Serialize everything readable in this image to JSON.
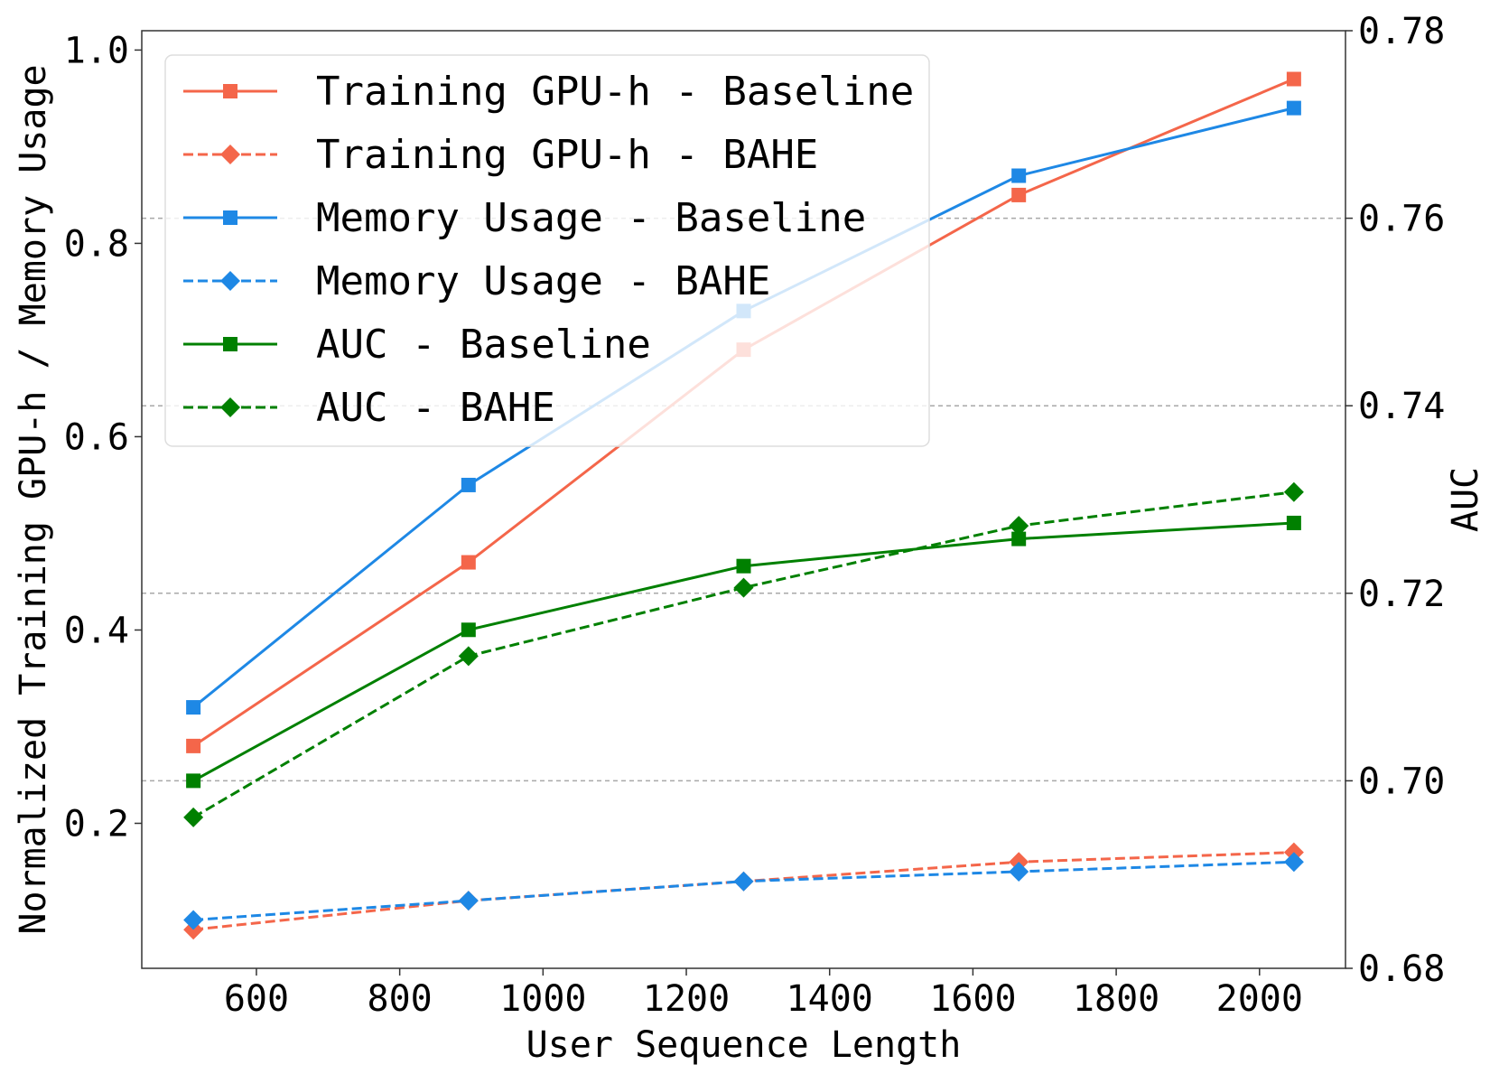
{
  "chart_data": {
    "type": "line",
    "xlabel": "User Sequence Length",
    "ylabel_left": "Normalized Training GPU-h / Memory Usage",
    "ylabel_right": "AUC",
    "x": [
      512,
      896,
      1280,
      1664,
      2048
    ],
    "xlim": [
      440,
      2120
    ],
    "xticks": [
      600,
      800,
      1000,
      1200,
      1400,
      1600,
      1800,
      2000
    ],
    "ylim_left": [
      0.05,
      1.02
    ],
    "yticks_left": [
      0.2,
      0.4,
      0.6,
      0.8,
      1.0
    ],
    "ytick_labels_left": [
      "0.2",
      "0.4",
      "0.6",
      "0.8",
      "1.0"
    ],
    "ylim_right": [
      0.68,
      0.78
    ],
    "yticks_right": [
      0.68,
      0.7,
      0.72,
      0.74,
      0.76,
      0.78
    ],
    "ytick_labels_right": [
      "0.68",
      "0.70",
      "0.72",
      "0.74",
      "0.76",
      "0.78"
    ],
    "grid": "horizontal dashed at right-axis ticks",
    "legend_position": "top-left",
    "series": [
      {
        "name": "Training GPU-h - Baseline",
        "axis": "left",
        "values": [
          0.28,
          0.47,
          0.69,
          0.85,
          0.97
        ],
        "color": "#f4664a",
        "dashed": false,
        "marker": "square"
      },
      {
        "name": "Training GPU-h - BAHE",
        "axis": "left",
        "values": [
          0.09,
          0.12,
          0.14,
          0.16,
          0.17
        ],
        "color": "#f4664a",
        "dashed": true,
        "marker": "diamond"
      },
      {
        "name": "Memory Usage - Baseline",
        "axis": "left",
        "values": [
          0.32,
          0.55,
          0.73,
          0.87,
          0.94
        ],
        "color": "#1e88e5",
        "dashed": false,
        "marker": "square"
      },
      {
        "name": "Memory Usage - BAHE",
        "axis": "left",
        "values": [
          0.1,
          0.12,
          0.14,
          0.15,
          0.16
        ],
        "color": "#1e88e5",
        "dashed": true,
        "marker": "diamond"
      },
      {
        "name": "AUC - Baseline",
        "axis": "right",
        "values": [
          0.7,
          0.7161,
          0.7229,
          0.7258,
          0.7275
        ],
        "color": "#008000",
        "dashed": false,
        "marker": "square"
      },
      {
        "name": "AUC - BAHE",
        "axis": "right",
        "values": [
          0.6961,
          0.7133,
          0.7206,
          0.7272,
          0.7308
        ],
        "color": "#008000",
        "dashed": true,
        "marker": "diamond"
      }
    ]
  }
}
